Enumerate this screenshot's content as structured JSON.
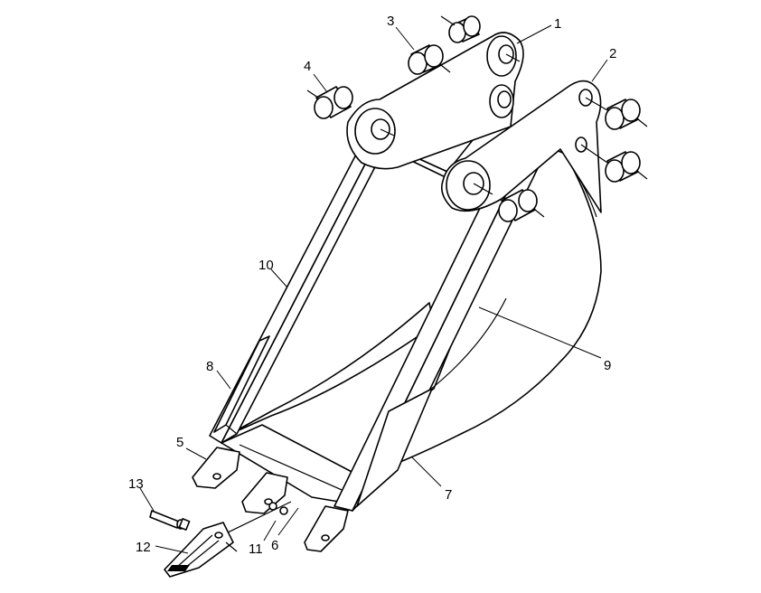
{
  "callouts": [
    "1",
    "2",
    "3",
    "4",
    "5",
    "6",
    "7",
    "8",
    "9",
    "10",
    "11",
    "12",
    "13"
  ],
  "colors": {
    "line": "#000000",
    "background": "#ffffff"
  }
}
